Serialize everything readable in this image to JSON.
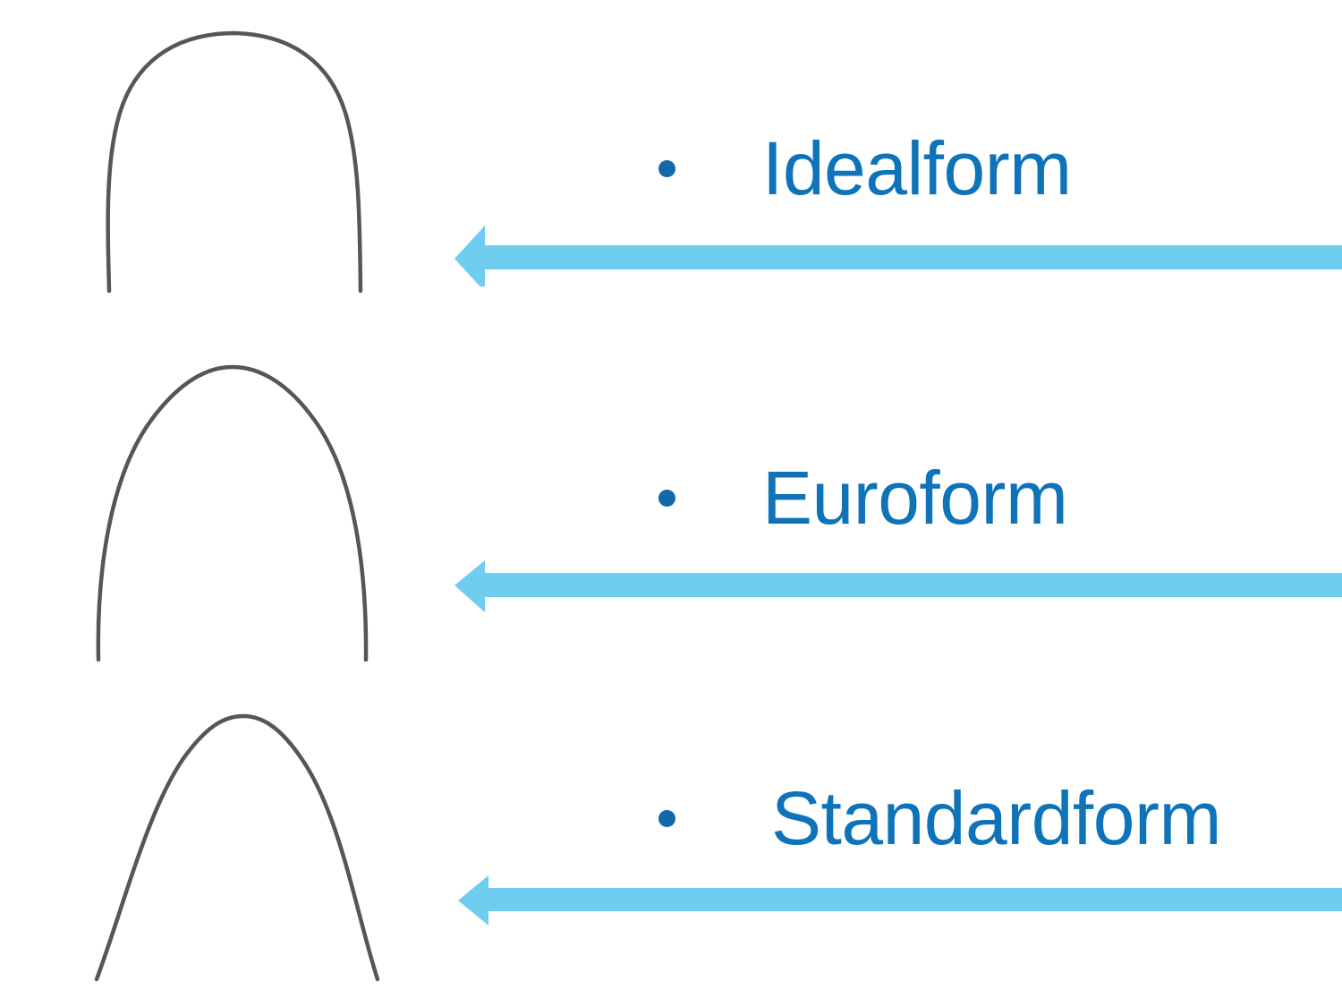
{
  "slide": {
    "background_color": "#ffffff",
    "accent_text_color": "#0E73B9",
    "arrow_color": "#6FCDF0",
    "wire_stroke_color": "#565656"
  },
  "items": [
    {
      "label": "Idealform",
      "bullet_glyph": "•",
      "arrow_direction": "left",
      "wire_shape": "tall narrow U-shaped arch with vertical legs"
    },
    {
      "label": "Euroform",
      "bullet_glyph": "•",
      "arrow_direction": "left",
      "wire_shape": "rounded parabolic arch, slightly wider"
    },
    {
      "label": "Standardform",
      "bullet_glyph": "•",
      "arrow_direction": "left",
      "wire_shape": "flat-topped arch with outward flaring legs"
    }
  ]
}
